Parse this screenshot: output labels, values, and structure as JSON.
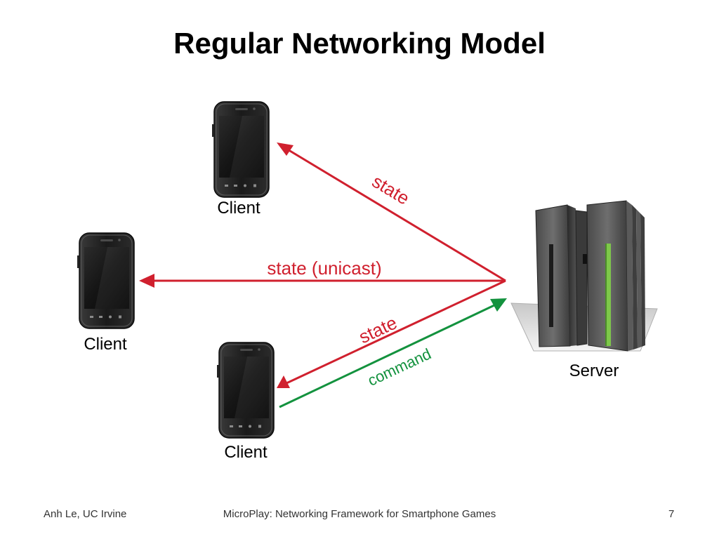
{
  "slide": {
    "title": "Regular Networking Model"
  },
  "diagram": {
    "nodes": [
      {
        "id": "client-top",
        "label": "Client",
        "icon": "smartphone-icon"
      },
      {
        "id": "client-left",
        "label": "Client",
        "icon": "smartphone-icon"
      },
      {
        "id": "client-bottom",
        "label": "Client",
        "icon": "smartphone-icon"
      },
      {
        "id": "server",
        "label": "Server",
        "icon": "server-rack-icon"
      }
    ],
    "edges": [
      {
        "from": "server",
        "to": "client-top",
        "label": "state",
        "color": "#d0202e"
      },
      {
        "from": "server",
        "to": "client-left",
        "label": "state (unicast)",
        "color": "#d0202e"
      },
      {
        "from": "server",
        "to": "client-bottom",
        "label": "state",
        "color": "#d0202e"
      },
      {
        "from": "client-bottom",
        "to": "server",
        "label": "command",
        "color": "#13923e"
      }
    ]
  },
  "footer": {
    "author": "Anh Le, UC Irvine",
    "title": "MicroPlay: Networking Framework for Smartphone Games",
    "page": "7"
  },
  "colors": {
    "state_arrow": "#d0202e",
    "command_arrow": "#13923e",
    "server_led": "#7ec84a"
  }
}
